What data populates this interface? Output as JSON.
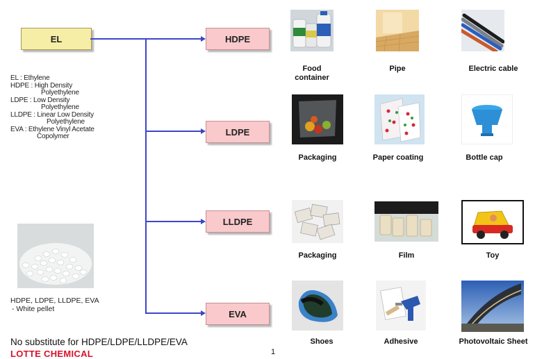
{
  "source": {
    "label": "EL"
  },
  "products": [
    {
      "label": "HDPE"
    },
    {
      "label": "LDPE"
    },
    {
      "label": "LLDPE"
    },
    {
      "label": "EVA"
    }
  ],
  "legend": [
    "EL : Ethylene",
    "HDPE : High Density",
    "Polyethylene",
    "LDPE : Low Density",
    "Polyethylene",
    "LLDPE : Linear Low Density",
    "Polyethylene",
    "EVA : Ethylene Vinyl Acetate",
    "Copolymer"
  ],
  "pellet_caption": [
    "HDPE, LDPE, LLDPE, EVA",
    "- White pellet"
  ],
  "applications": {
    "hdpe": [
      "Food container",
      "Pipe",
      "Electric cable"
    ],
    "ldpe": [
      "Packaging",
      "Paper coating",
      "Bottle cap"
    ],
    "lldpe": [
      "Packaging",
      "Film",
      "Toy"
    ],
    "eva": [
      "Shoes",
      "Adhesive",
      "Photovoltaic Sheet"
    ]
  },
  "footer": {
    "note": "No substitute for HDPE/LDPE/LLDPE/EVA",
    "brand": "LOTTE CHEMICAL",
    "page_number": "1"
  },
  "colors": {
    "connector": "#3d46c8",
    "source_fill": "#f6eea6",
    "product_fill": "#f9c9cb",
    "brand_red": "#d6122a"
  }
}
